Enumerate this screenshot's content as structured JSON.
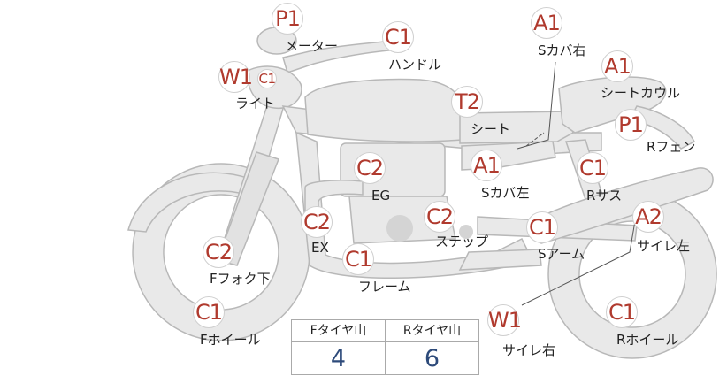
{
  "parts": [
    {
      "id": "meter",
      "grade": "P1",
      "label": "メーター"
    },
    {
      "id": "handle",
      "grade": "C1",
      "label": "ハンドル"
    },
    {
      "id": "light",
      "grade": "W1",
      "grade2": "C1",
      "label": "ライト"
    },
    {
      "id": "side-cover-right",
      "grade": "A1",
      "label": "Sカバ右"
    },
    {
      "id": "seat-cowl",
      "grade": "A1",
      "label": "シートカウル"
    },
    {
      "id": "seat",
      "grade": "T2",
      "label": "シート"
    },
    {
      "id": "rear-fender",
      "grade": "P1",
      "label": "Rフェン"
    },
    {
      "id": "engine",
      "grade": "C2",
      "label": "EG"
    },
    {
      "id": "side-cover-left",
      "grade": "A1",
      "label": "Sカバ左"
    },
    {
      "id": "rear-suspension",
      "grade": "C1",
      "label": "Rサス"
    },
    {
      "id": "exhaust",
      "grade": "C2",
      "label": "EX"
    },
    {
      "id": "step",
      "grade": "C2",
      "label": "ステップ"
    },
    {
      "id": "swing-arm",
      "grade": "C1",
      "label": "Sアーム"
    },
    {
      "id": "muffler-left",
      "grade": "A2",
      "label": "サイレ左"
    },
    {
      "id": "front-fork-lower",
      "grade": "C2",
      "label": "Fフォク下"
    },
    {
      "id": "frame",
      "grade": "C1",
      "label": "フレーム"
    },
    {
      "id": "front-wheel",
      "grade": "C1",
      "label": "Fホイール"
    },
    {
      "id": "muffler-right",
      "grade": "W1",
      "label": "サイレ右"
    },
    {
      "id": "rear-wheel",
      "grade": "C1",
      "label": "Rホイール"
    }
  ],
  "tire_table": {
    "front_label": "Fタイヤ山",
    "rear_label": "Rタイヤ山",
    "front_value": "4",
    "rear_value": "6"
  }
}
